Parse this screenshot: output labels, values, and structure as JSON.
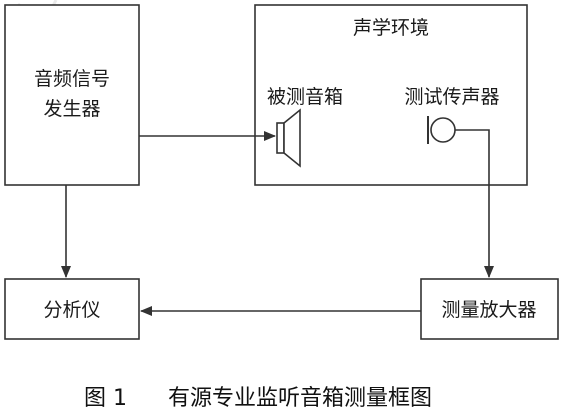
{
  "diagram": {
    "generator_line1": "音频信号",
    "generator_line2": "发生器",
    "environment": "声学环境",
    "speaker": "被测音箱",
    "microphone": "测试传声器",
    "analyzer": "分析仪",
    "amplifier": "测量放大器"
  },
  "caption": {
    "number": "图 1",
    "text": "有源专业监听音箱测量框图"
  }
}
